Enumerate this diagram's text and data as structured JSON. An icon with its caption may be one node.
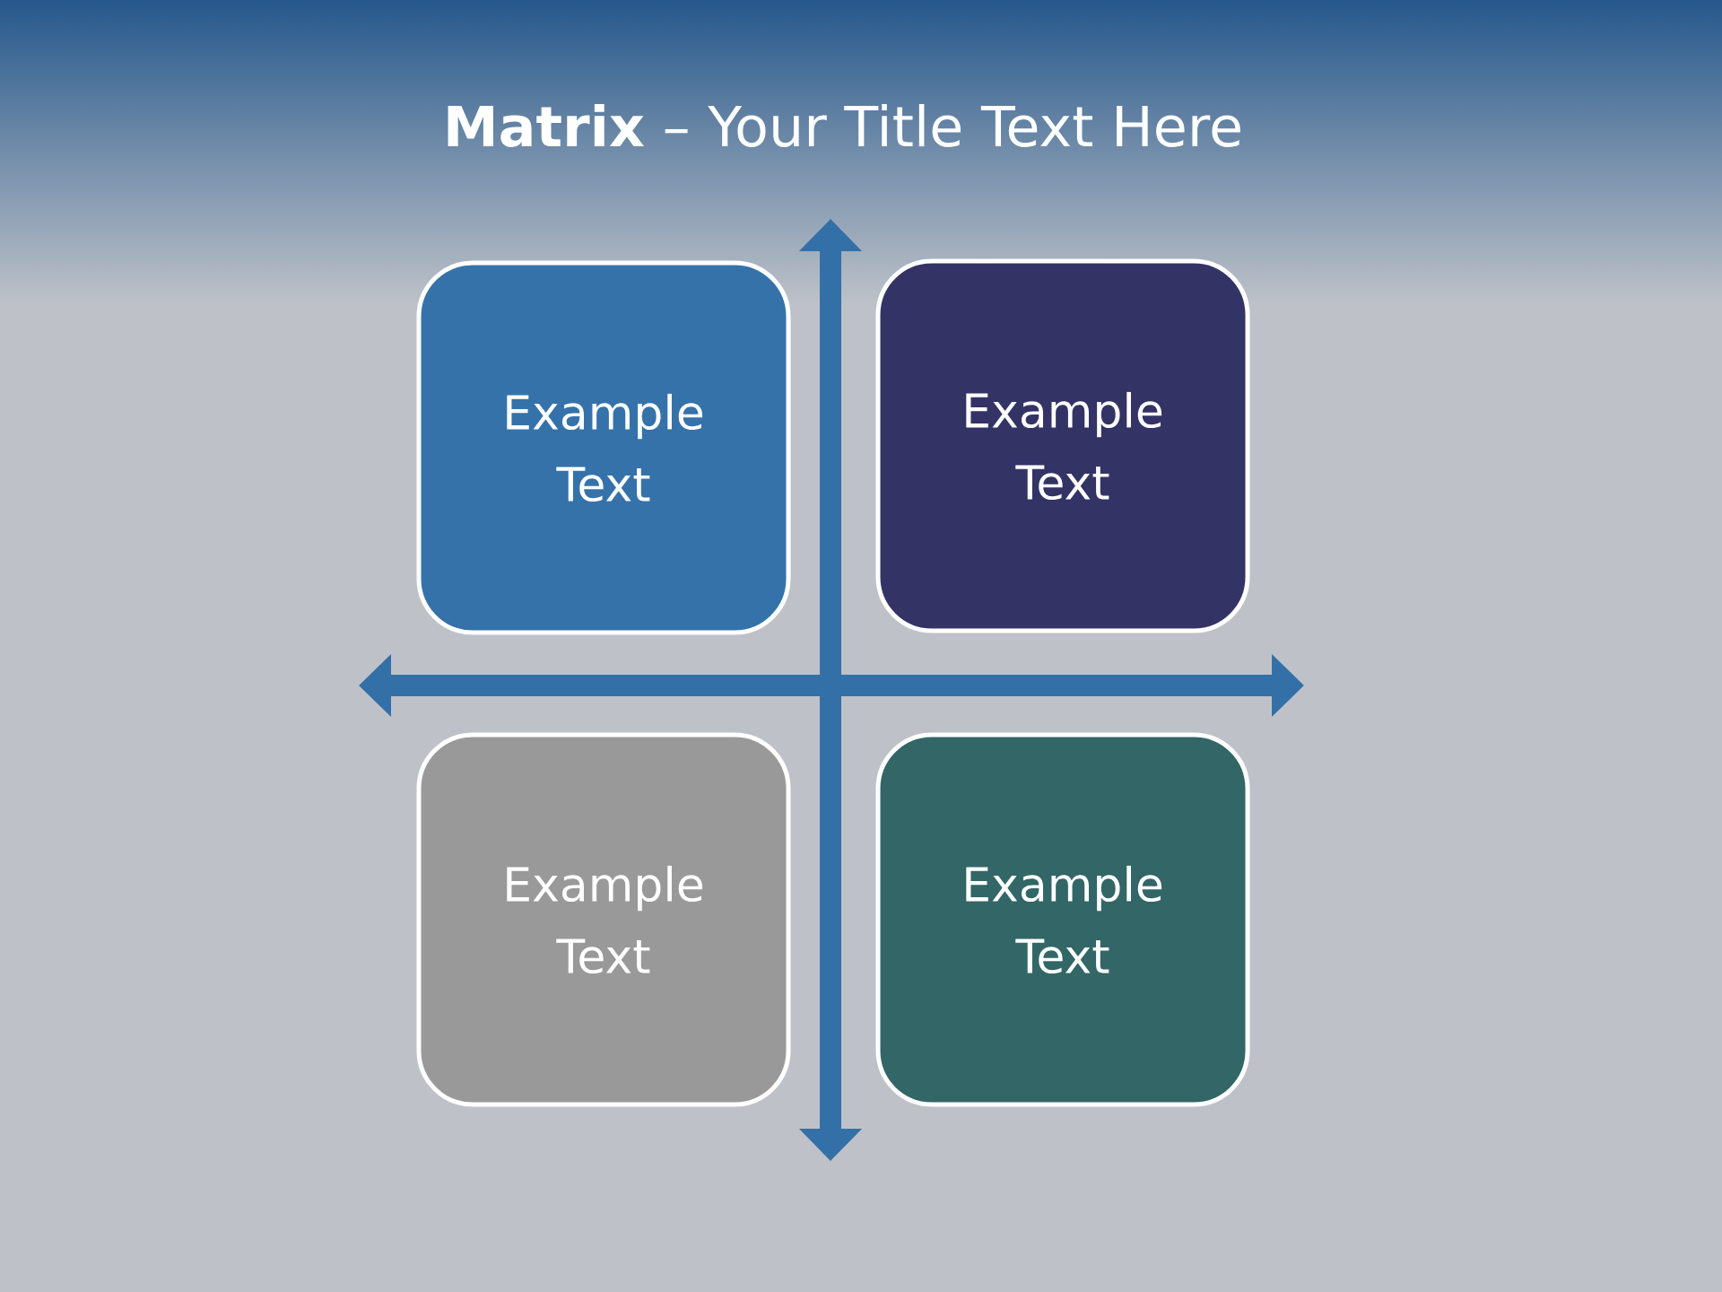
{
  "diagram": {
    "title": "**Matrix** – Your Title Text Here",
    "nodes": [
      {
        "text": [
          "Example Text"
        ]
      },
      {
        "text": [
          "Example Text"
        ]
      },
      {
        "text": [
          "Example Text"
        ]
      },
      {
        "text": [
          "Example Text"
        ]
      }
    ],
    "edges": []
  }
}
